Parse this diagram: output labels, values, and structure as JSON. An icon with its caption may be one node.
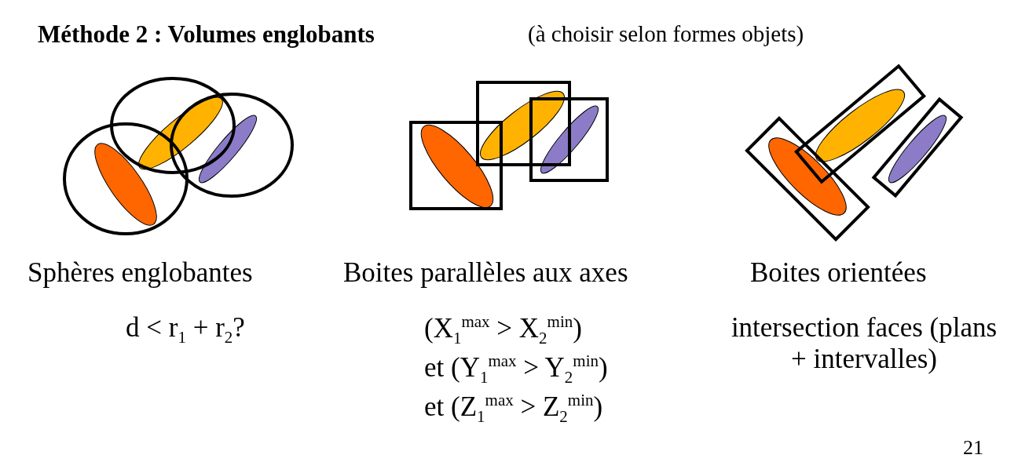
{
  "diagram": {
    "title": "Méthode 2 : Volumes englobants",
    "labels": [
      "(à choisir selon formes objets)",
      "Sphères englobantes",
      "Boites parallèles aux axes",
      "Boites orientées",
      "d < r$_{1}$ + r$_{2}$?",
      "(X$_{1}$$^{max}$ > X$_{2}$$^{min}$)",
      "intersection faces (plans + intervalles)",
      "et (Y$_{1}$$^{max}$ > Y$_{2}$$^{min}$)",
      "et (Z$_{1}$$^{max}$ > Z$_{2}$$^{min}$)",
      "21"
    ]
  }
}
